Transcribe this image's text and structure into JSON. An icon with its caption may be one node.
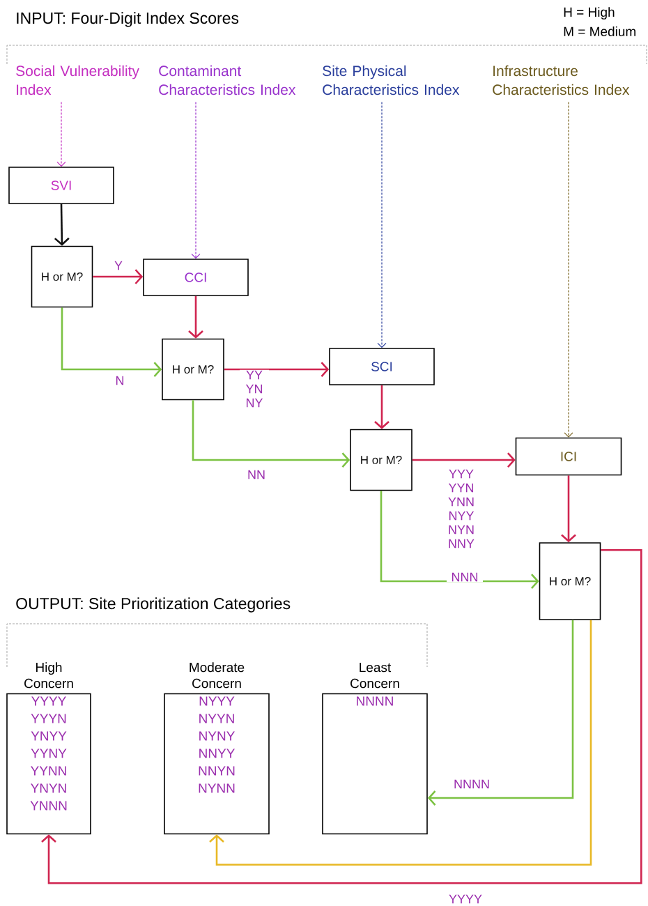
{
  "diagram": {
    "title": "INPUT: Four-Digit Index Scores",
    "nodes": [
      {
        "text": [
          "Social Vulnerability Index"
        ]
      },
      {
        "text": [
          "Contaminant Characteristics Index"
        ]
      },
      {
        "text": [
          "Site Physical Characteristics Index"
        ]
      },
      {
        "text": [
          "Infrastructure Characteristics Index"
        ]
      },
      {
        "text": [
          "SVI"
        ]
      },
      {
        "text": [
          "H or M?"
        ]
      },
      {
        "text": [
          "CCI"
        ]
      },
      {
        "text": [
          "H or M?"
        ]
      },
      {
        "text": [
          "SCI"
        ]
      },
      {
        "text": [
          "H or M?"
        ]
      },
      {
        "text": [
          "ICI"
        ]
      },
      {
        "text": [
          "H or M?"
        ]
      },
      {
        "text": [
          "High Concern",
          "YYYY",
          "YYYN",
          "YNYY",
          "YYNY",
          "YYNN",
          "YNYN",
          "YNNN"
        ]
      },
      {
        "text": [
          "Moderate Concern",
          "NYYY",
          "NYYN",
          "NYNY",
          "NNYY",
          "NNYN",
          "NYNN"
        ]
      },
      {
        "text": [
          "Least Concern",
          "NNNN"
        ]
      }
    ],
    "edges": [
      {
        "from": 0,
        "to": 4,
        "arrow": "to",
        "style": "dashed",
        "color": "#c42ec0"
      },
      {
        "from": 1,
        "to": 6,
        "arrow": "to",
        "style": "dashed",
        "color": "#9933cc"
      },
      {
        "from": 2,
        "to": 8,
        "arrow": "to",
        "style": "dashed",
        "color": "#2b3f9c"
      },
      {
        "from": 3,
        "to": 10,
        "arrow": "to",
        "style": "dashed",
        "color": "#7a6420"
      },
      {
        "from": 4,
        "to": 5,
        "arrow": "to",
        "color": "#111111"
      },
      {
        "from": 5,
        "to": 6,
        "arrow": "to",
        "label": "Y"
      },
      {
        "from": 5,
        "to": 7,
        "arrow": "to",
        "label": "N",
        "color": "#7cc243"
      },
      {
        "from": 6,
        "to": 7,
        "arrow": "to"
      },
      {
        "from": 7,
        "to": 8,
        "arrow": "to",
        "label": "YY YN NY"
      },
      {
        "from": 7,
        "to": 9,
        "arrow": "to",
        "label": "NN",
        "color": "#7cc243"
      },
      {
        "from": 8,
        "to": 9,
        "arrow": "to"
      },
      {
        "from": 9,
        "to": 10,
        "arrow": "to",
        "label": "YYY YYN YNN NYY NYN NNY"
      },
      {
        "from": 9,
        "to": 11,
        "arrow": "to",
        "label": "NNN",
        "color": "#7cc243"
      },
      {
        "from": 10,
        "to": 11,
        "arrow": "to"
      },
      {
        "from": 11,
        "to": 14,
        "arrow": "to",
        "label": "NNNN",
        "color": "#7cc243"
      },
      {
        "from": 11,
        "to": 13,
        "arrow": "to",
        "color": "#e8b825"
      },
      {
        "from": 11,
        "to": 12,
        "arrow": "to",
        "label": "YYYY"
      }
    ],
    "labels": [
      "H = High",
      "M = Medium",
      "OUTPUT: Site Prioritization Categories"
    ]
  }
}
